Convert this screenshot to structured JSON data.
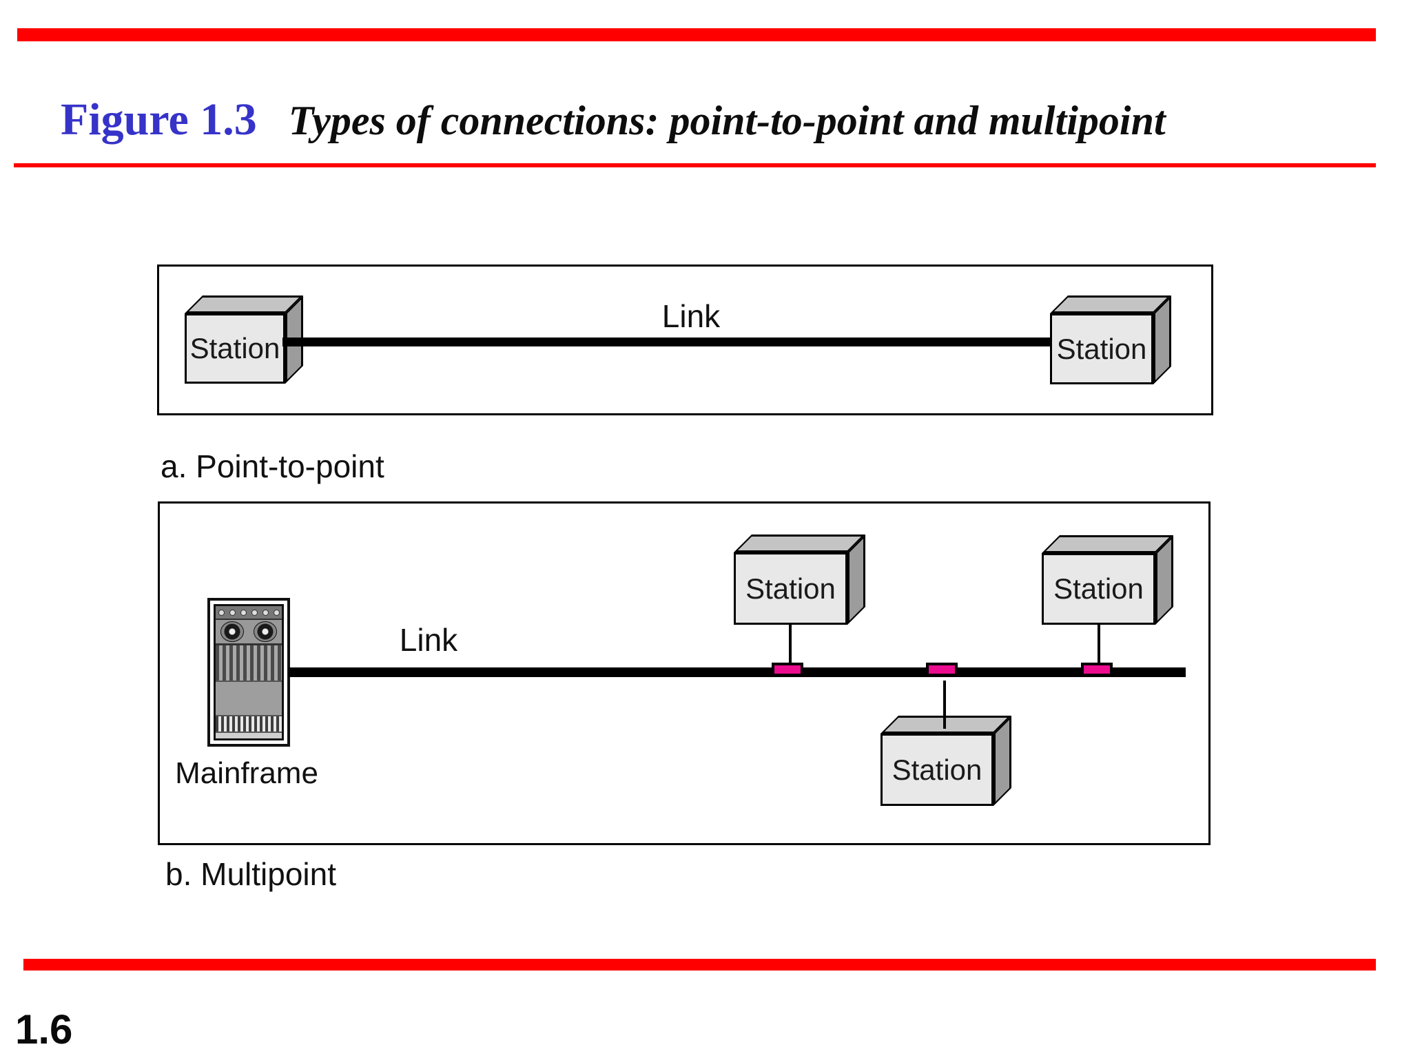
{
  "slide": {
    "figure_label": "Figure 1.3",
    "figure_title": "Types of connections: point-to-point and multipoint",
    "page_number": "1.6"
  },
  "colors": {
    "accent-red": "#FF0000",
    "title-blue": "#3633C9",
    "tap-magenta": "#EB0C8F",
    "box-front-gray": "#E8E8E8",
    "box-top-gray": "#C4C4C4",
    "box-side-gray": "#9C9C9C"
  },
  "diagram_a": {
    "caption": "a. Point-to-point",
    "link_label": "Link",
    "stations": [
      "Station",
      "Station"
    ]
  },
  "diagram_b": {
    "caption": "b. Multipoint",
    "link_label": "Link",
    "mainframe_label": "Mainframe",
    "stations": [
      "Station",
      "Station",
      "Station"
    ]
  }
}
